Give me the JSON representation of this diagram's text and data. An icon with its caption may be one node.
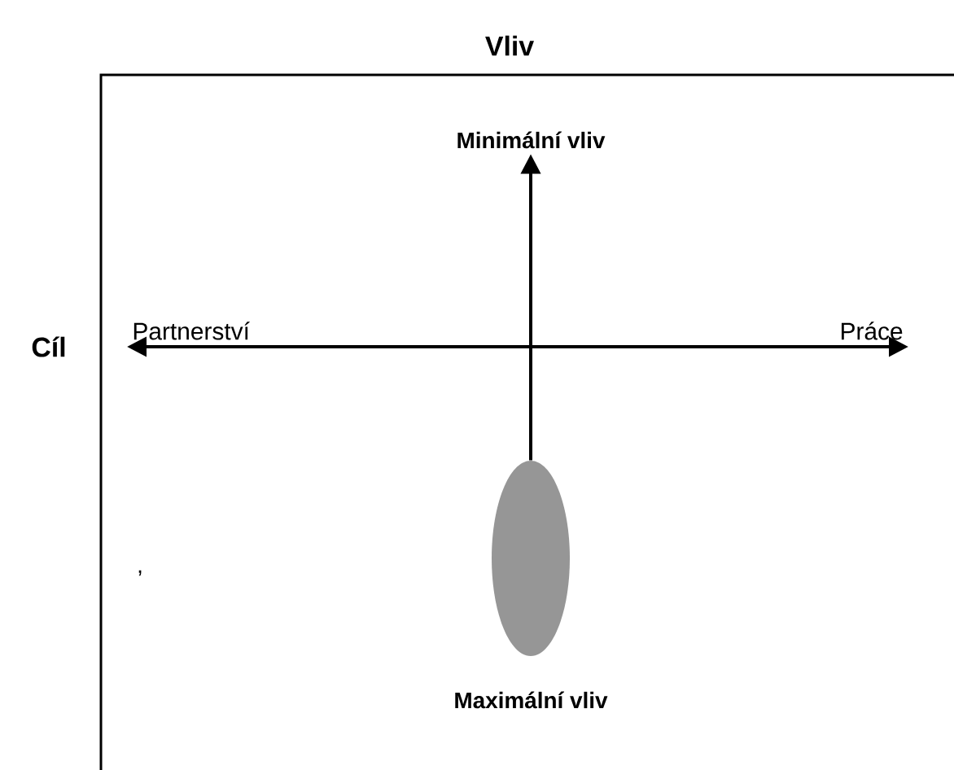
{
  "diagram": {
    "title": "Vliv",
    "nodes": [
      {
        "text": [
          "Minimální vliv"
        ]
      },
      {
        "text": [
          "Partnerství"
        ]
      },
      {
        "text": [
          "Práce"
        ]
      },
      {
        "text": [],
        "shape": "ellipse"
      },
      {
        "text": [
          "Maximální vliv"
        ]
      }
    ],
    "edges": [
      {
        "from": 3,
        "to": 0,
        "arrow": "to"
      },
      {
        "from": 1,
        "to": 2,
        "arrow": "both"
      }
    ],
    "labels": [
      "Cíl",
      ","
    ]
  }
}
